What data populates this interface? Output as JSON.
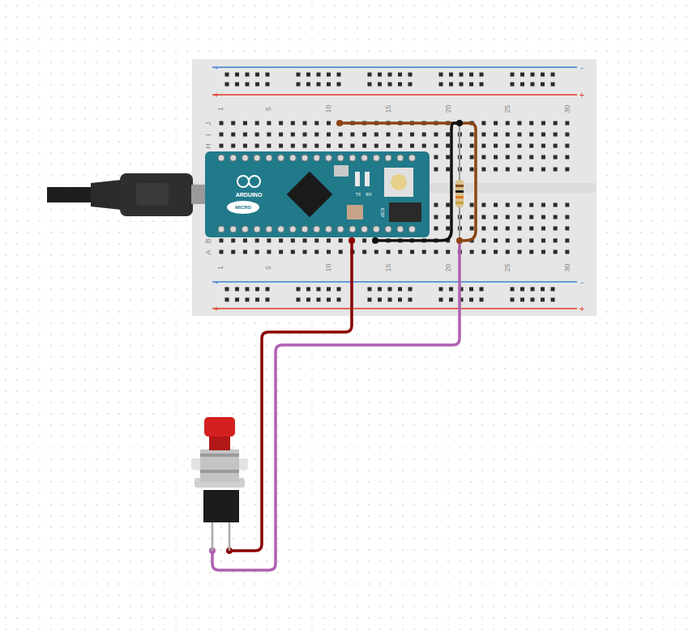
{
  "diagram": {
    "labels": [
      "1",
      "5",
      "10",
      "15",
      "20",
      "25",
      "30",
      "1",
      "5",
      "10",
      "15",
      "20",
      "25",
      "30",
      "J",
      "I",
      "H",
      "B",
      "A",
      "-",
      "-",
      "+",
      "+",
      "-",
      "-",
      "+",
      "+",
      "ARDUINO",
      "MICRO",
      "TX",
      "RX",
      "ICSP"
    ]
  }
}
